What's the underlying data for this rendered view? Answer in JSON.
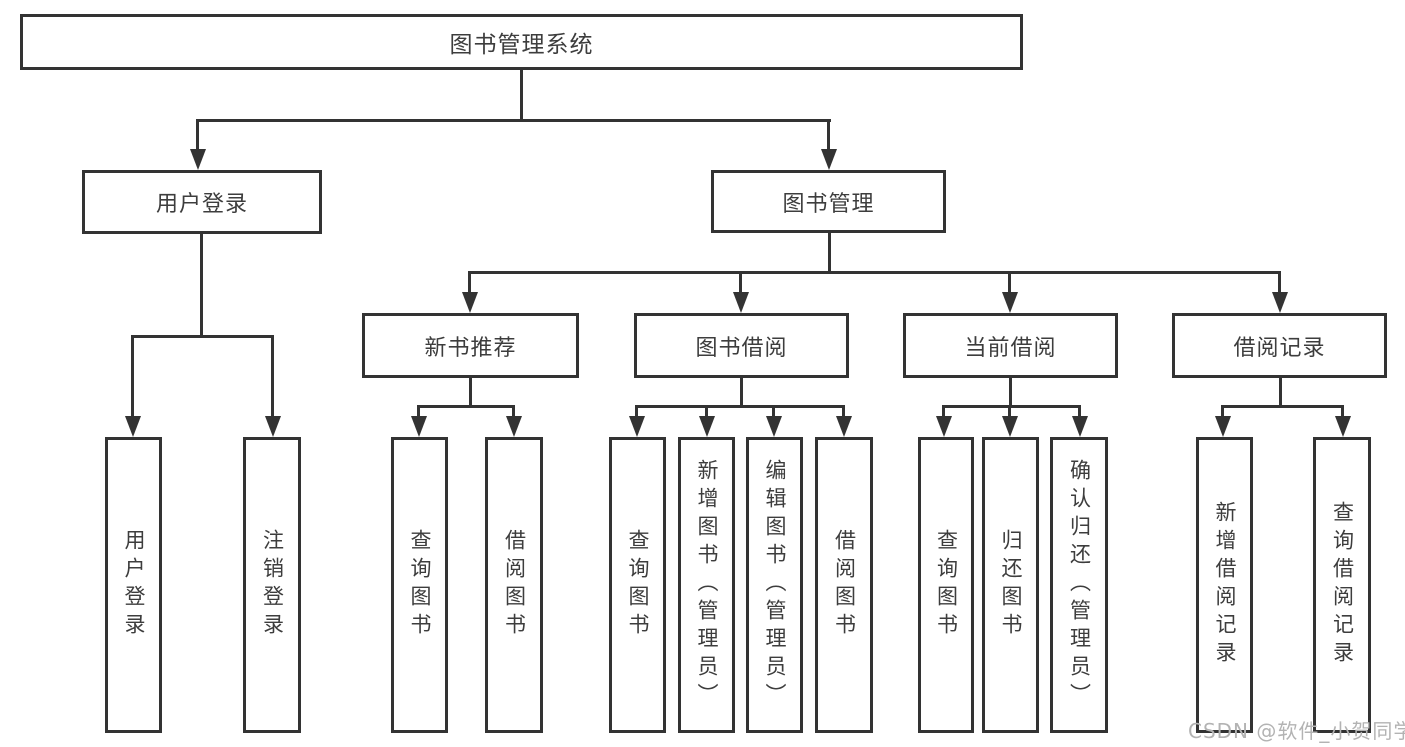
{
  "tree": {
    "root": {
      "label": "图书管理系统"
    },
    "branches": [
      {
        "label": "用户登录",
        "children": [
          {
            "label": "用户登录"
          },
          {
            "label": "注销登录"
          }
        ]
      },
      {
        "label": "图书管理",
        "children": [
          {
            "label": "新书推荐",
            "children": [
              {
                "label": "查询图书"
              },
              {
                "label": "借阅图书"
              }
            ]
          },
          {
            "label": "图书借阅",
            "children": [
              {
                "label": "查询图书"
              },
              {
                "label": "新增图书（管理员）"
              },
              {
                "label": "编辑图书（管理员）"
              },
              {
                "label": "借阅图书"
              }
            ]
          },
          {
            "label": "当前借阅",
            "children": [
              {
                "label": "查询图书"
              },
              {
                "label": "归还图书"
              },
              {
                "label": "确认归还（管理员）"
              }
            ]
          },
          {
            "label": "借阅记录",
            "children": [
              {
                "label": "新增借阅记录"
              },
              {
                "label": "查询借阅记录"
              }
            ]
          }
        ]
      }
    ]
  },
  "watermark": {
    "text": "CSDN @软件_小贺同学"
  },
  "colors": {
    "line": "#333333",
    "text": "#3d3d3d",
    "watermark": "#b3b3b3",
    "background": "#ffffff"
  }
}
